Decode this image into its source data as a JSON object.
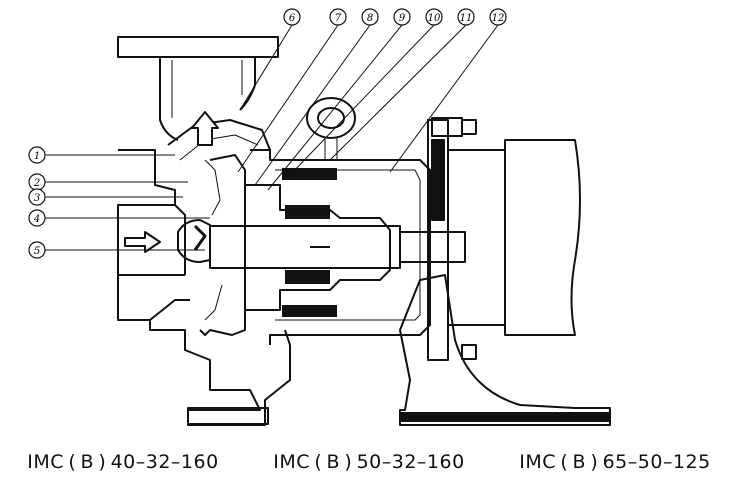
{
  "callouts": [
    "1",
    "2",
    "3",
    "4",
    "5",
    "6",
    "7",
    "8",
    "9",
    "10",
    "11",
    "12"
  ],
  "models": [
    "IMC ( B ) 40–32–160",
    "IMC ( B ) 50–32–160",
    "IMC ( B ) 65–50–125"
  ],
  "colors": {
    "ink": "#111111",
    "paper": "#ffffff"
  }
}
